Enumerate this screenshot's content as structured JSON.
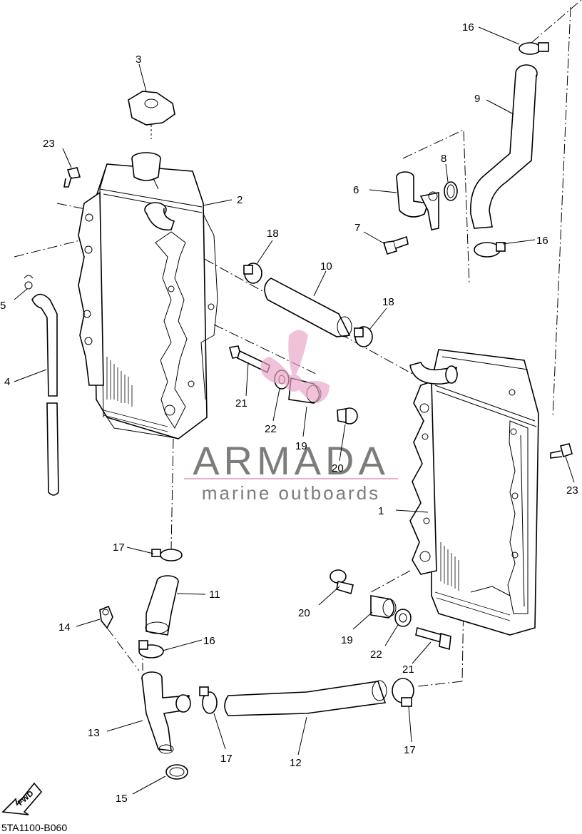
{
  "callouts": {
    "n1": "1",
    "n2": "2",
    "n3": "3",
    "n4": "4",
    "n5": "5",
    "n6": "6",
    "n7": "7",
    "n8": "8",
    "n9": "9",
    "n10": "10",
    "n11": "11",
    "n12": "12",
    "n13": "13",
    "n14": "14",
    "n15": "15",
    "n16": "16",
    "n17": "17",
    "n18": "18",
    "n19": "19",
    "n20": "20",
    "n21": "21",
    "n22": "22",
    "n23": "23"
  },
  "watermark": {
    "brand": "ARMADA",
    "tagline": "marine outboards",
    "brand_color": "#6e6e6e",
    "accent_color": "#e8a6c8",
    "icon": "propeller-logo-icon"
  },
  "fwd_arrow": {
    "label": "FWD",
    "icon": "fwd-arrow-icon"
  },
  "diagram_code": "5TA1100-B060"
}
